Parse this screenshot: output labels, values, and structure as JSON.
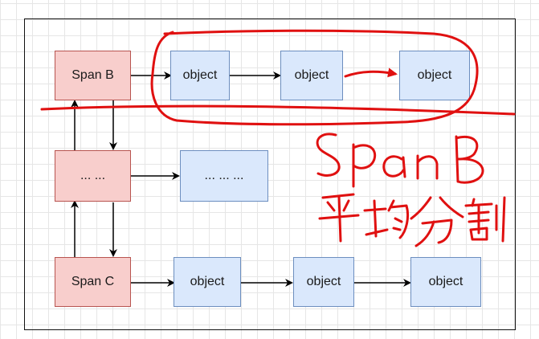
{
  "nodes": {
    "span_b": "Span B",
    "span_mid": "... ...",
    "span_c": "Span C",
    "row1": [
      "object",
      "object",
      "object"
    ],
    "row2": [
      "... ... ..."
    ],
    "row3": [
      "object",
      "object",
      "object"
    ]
  },
  "annotation": {
    "handwritten_text": "Span B 平均分割",
    "color": "#e01010"
  },
  "colors": {
    "span_fill": "#f8cecc",
    "span_border": "#b85450",
    "object_fill": "#dae8fc",
    "object_border": "#6c8ebf"
  }
}
